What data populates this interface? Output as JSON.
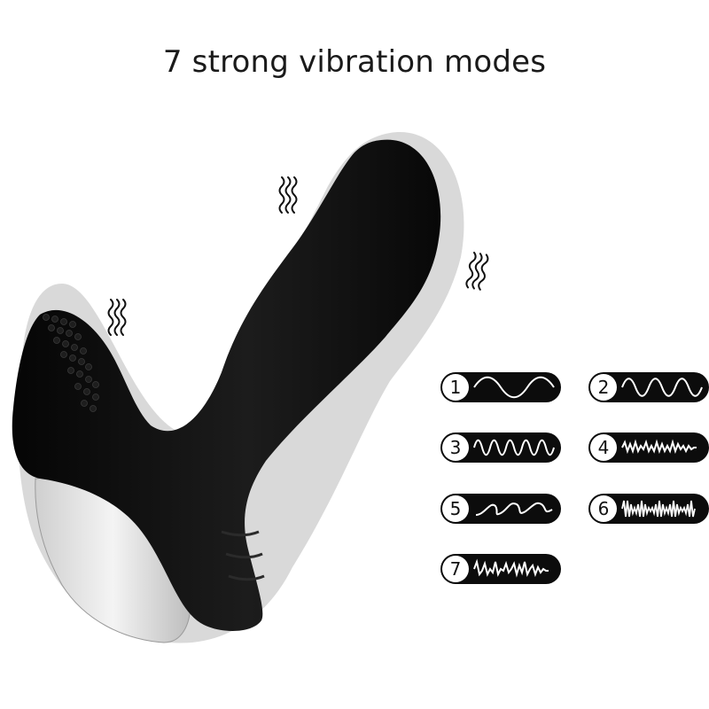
{
  "headline": "7 strong vibration modes",
  "colors": {
    "product": "#0c0c0c",
    "pill": "#0c0c0c",
    "wave": "#ffffff",
    "base": "#e6e6e6"
  },
  "modes": [
    {
      "number": "1",
      "pattern": "slow-wave-icon"
    },
    {
      "number": "2",
      "pattern": "medium-wave-icon"
    },
    {
      "number": "3",
      "pattern": "fast-wave-icon"
    },
    {
      "number": "4",
      "pattern": "pulse-wave-icon"
    },
    {
      "number": "5",
      "pattern": "swirl-wave-icon"
    },
    {
      "number": "6",
      "pattern": "dense-wave-icon"
    },
    {
      "number": "7",
      "pattern": "irregular-wave-icon"
    }
  ]
}
